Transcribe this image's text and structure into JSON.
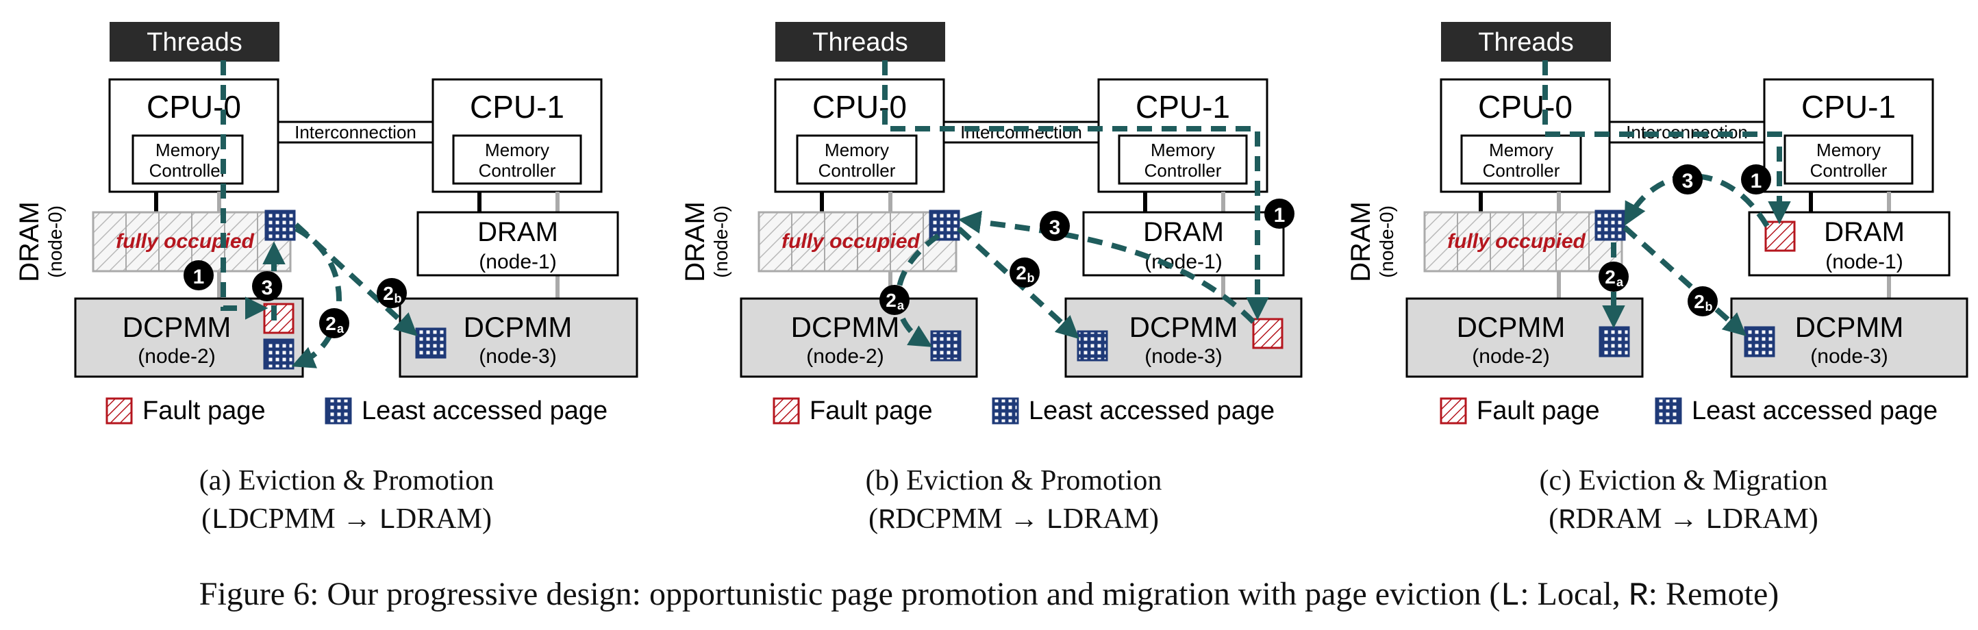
{
  "labels": {
    "threads": "Threads",
    "cpu0": "CPU-0",
    "cpu1": "CPU-1",
    "memctrl_line1": "Memory",
    "memctrl_line2": "Controller",
    "interconnection": "Interconnection",
    "dram_side": "DRAM",
    "dram_side_node": "(node-0)",
    "dram": "DRAM",
    "dram_node1": "(node-1)",
    "dcpmm": "DCPMM",
    "dcpmm_node2": "(node-2)",
    "dcpmm_node3": "(node-3)",
    "fully_occupied": "fully occupied",
    "step1": "1",
    "step2a_num": "2",
    "step2a_sub": "a",
    "step2b_num": "2",
    "step2b_sub": "b",
    "step3": "3"
  },
  "legend": {
    "fault": "Fault page",
    "least": "Least accessed page"
  },
  "panels": [
    {
      "tag": "(a)  Eviction & Promotion",
      "src_prefix": "L",
      "src": "DCPMM",
      "arrow": " → ",
      "dst_prefix": "L",
      "dst": "DRAM"
    },
    {
      "tag": "(b) Eviction & Promotion",
      "src_prefix": "R",
      "src": "DCPMM",
      "arrow": " → ",
      "dst_prefix": "L",
      "dst": "DRAM"
    },
    {
      "tag": "(c) Eviction & Migration",
      "src_prefix": "R",
      "src": "DRAM",
      "arrow": " → ",
      "dst_prefix": "L",
      "dst": "DRAM"
    }
  ],
  "figure_caption": {
    "text": "Figure 6: Our progressive design: opportunistic page promotion and migration with page eviction (",
    "l_key": "L",
    "l_text": ": Local, ",
    "r_key": "R",
    "r_text": ": Remote)"
  },
  "colors": {
    "arrow": "#1f5c5c",
    "fault": "#b5161e",
    "least": "#1f3a78",
    "threads_bg": "#2b2b2b",
    "dcpmm_bg": "#d9d9d9",
    "occupied_text": "#b5161e"
  }
}
